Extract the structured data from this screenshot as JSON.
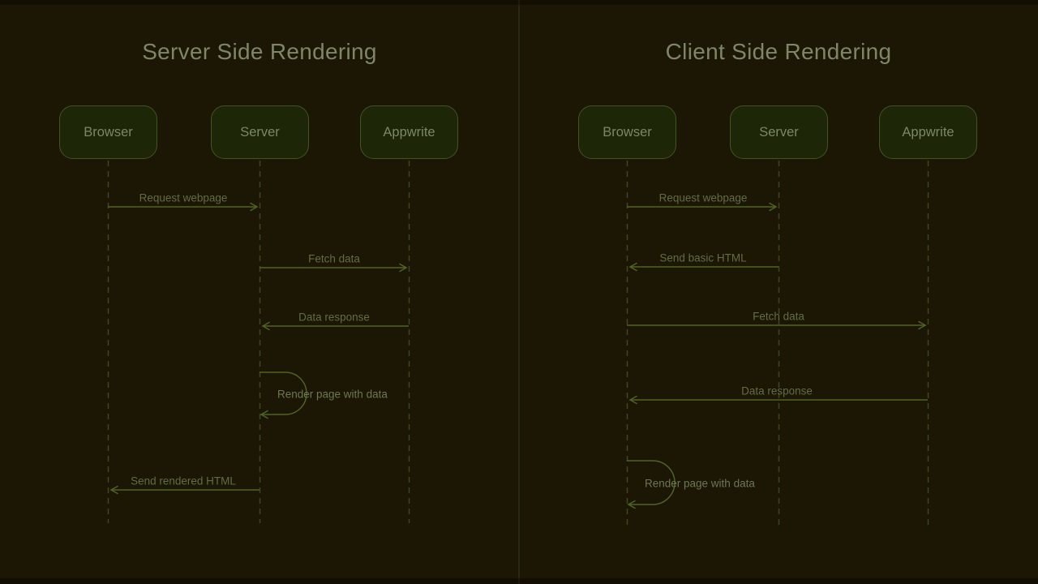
{
  "window": {
    "background": "#1c1605",
    "divider_color": "#232810"
  },
  "colors": {
    "title_text": "#7d8765",
    "actor_fill": "#1d2607",
    "actor_border": "#42561b",
    "actor_text": "#7b8866",
    "lifeline": "#3d481e",
    "arrow": "#50641e",
    "message_text": "#626e3d",
    "self_message_text": "#6d784e"
  },
  "diagrams": [
    {
      "title": "Server Side Rendering",
      "actors": [
        {
          "label": "Browser"
        },
        {
          "label": "Server"
        },
        {
          "label": "Appwrite"
        }
      ],
      "messages": [
        {
          "label": "Request webpage",
          "from": "Browser",
          "to": "Server",
          "type": "arrow-right"
        },
        {
          "label": "Fetch data",
          "from": "Server",
          "to": "Appwrite",
          "type": "arrow-right"
        },
        {
          "label": "Data response",
          "from": "Appwrite",
          "to": "Server",
          "type": "arrow-left"
        },
        {
          "label": "Render page with data",
          "from": "Server",
          "to": "Server",
          "type": "self-loop"
        },
        {
          "label": "Send rendered HTML",
          "from": "Server",
          "to": "Browser",
          "type": "arrow-left"
        }
      ]
    },
    {
      "title": "Client Side Rendering",
      "actors": [
        {
          "label": "Browser"
        },
        {
          "label": "Server"
        },
        {
          "label": "Appwrite"
        }
      ],
      "messages": [
        {
          "label": "Request webpage",
          "from": "Browser",
          "to": "Server",
          "type": "arrow-right"
        },
        {
          "label": "Send basic HTML",
          "from": "Server",
          "to": "Browser",
          "type": "arrow-left"
        },
        {
          "label": "Fetch data",
          "from": "Browser",
          "to": "Appwrite",
          "type": "arrow-right"
        },
        {
          "label": "Data response",
          "from": "Appwrite",
          "to": "Browser",
          "type": "arrow-left"
        },
        {
          "label": "Render page with data",
          "from": "Browser",
          "to": "Browser",
          "type": "self-loop"
        }
      ]
    }
  ]
}
